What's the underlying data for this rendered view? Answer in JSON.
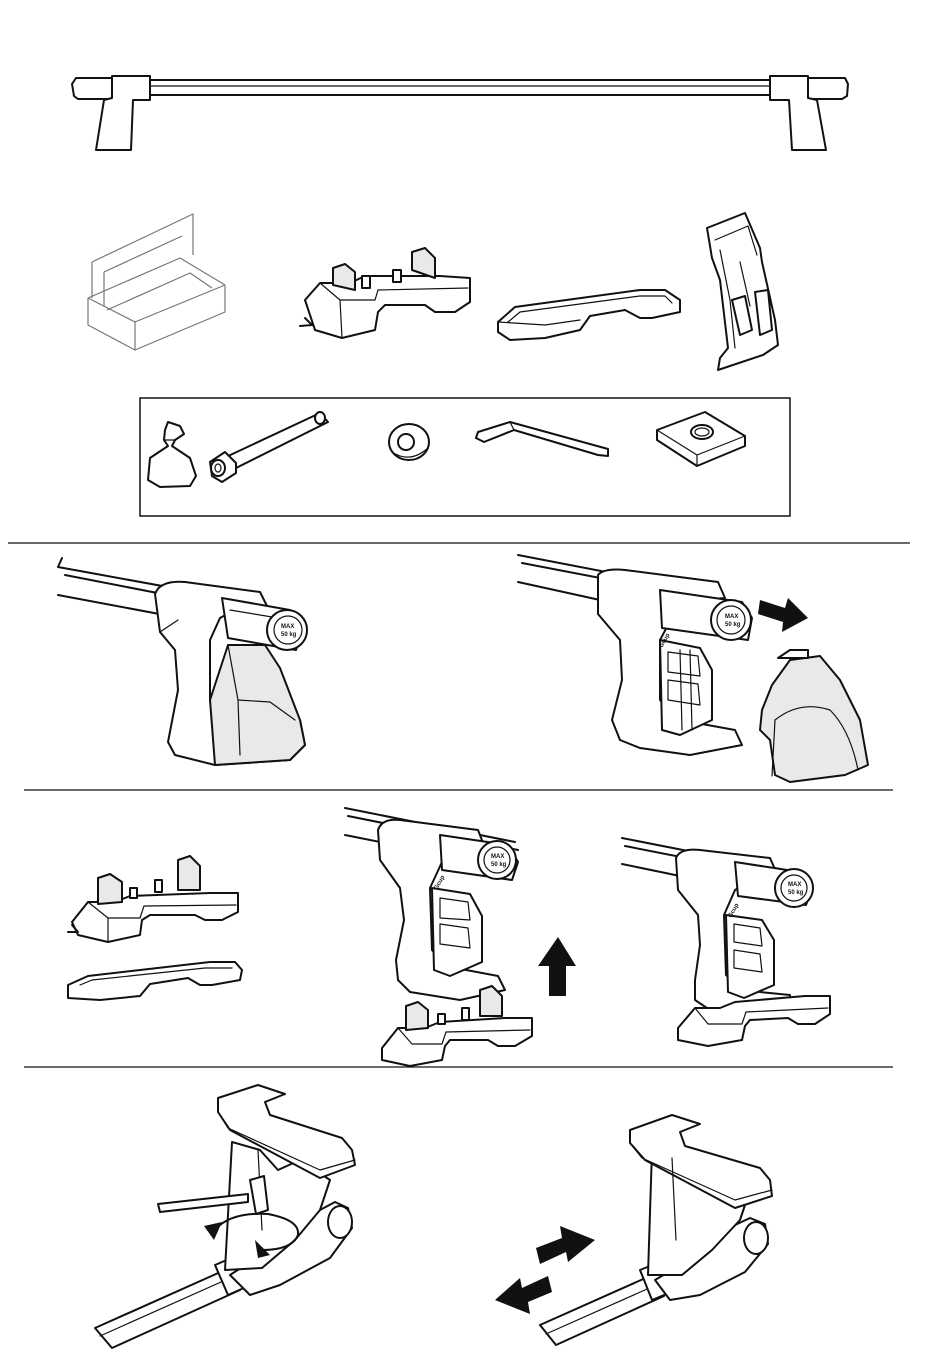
{
  "load_label": {
    "max": "MAX",
    "weight": "50 kg"
  },
  "brand_label": "Gcup",
  "icons": [
    "roof-bar-icon",
    "box-icon",
    "foot-pad-icon",
    "rubber-pad-icon",
    "clamp-bracket-icon",
    "bag-icon",
    "bolt-icon",
    "washer-icon",
    "allen-key-icon",
    "square-plate-icon",
    "arrow-right-icon",
    "arrow-up-icon",
    "rotate-arrow-icon",
    "double-arrow-icon"
  ]
}
